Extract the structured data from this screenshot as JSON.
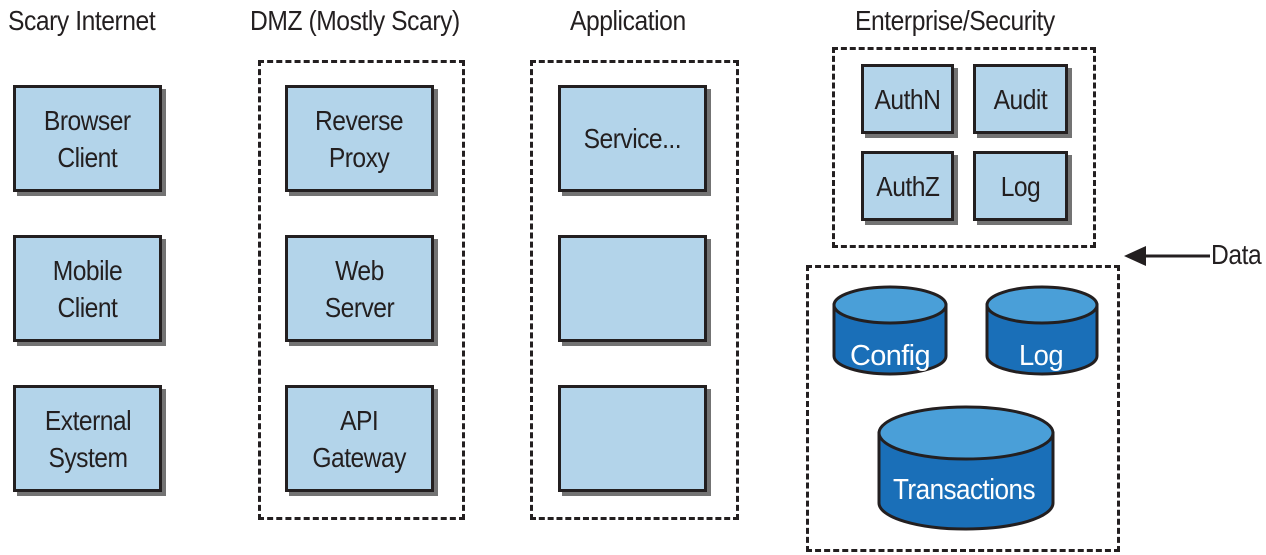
{
  "columns": {
    "scary_internet": {
      "title": "Scary Internet",
      "nodes": [
        "Browser\nClient",
        "Mobile\nClient",
        "External\nSystem"
      ]
    },
    "dmz": {
      "title": "DMZ (Mostly Scary)",
      "nodes": [
        "Reverse\nProxy",
        "Web\nServer",
        "API\nGateway"
      ]
    },
    "application": {
      "title": "Application",
      "nodes": [
        "Service...",
        "",
        ""
      ]
    },
    "enterprise_security": {
      "title": "Enterprise/Security",
      "nodes": [
        "AuthN",
        "Audit",
        "AuthZ",
        "Log"
      ]
    }
  },
  "data_zone": {
    "label": "Data",
    "stores": {
      "config": "Config",
      "log": "Log",
      "transactions": "Transactions"
    }
  },
  "colors": {
    "node_fill": "#b3d4ea",
    "db_top": "#4a9fd8",
    "db_body": "#1a6fb8",
    "ink": "#231f20"
  }
}
